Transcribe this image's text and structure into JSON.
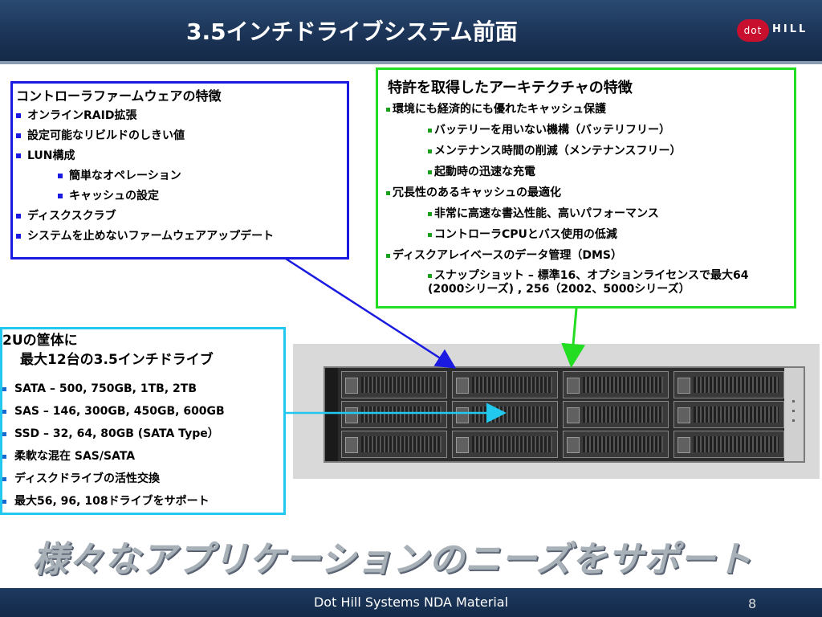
{
  "header": {
    "title": "3.5インチドライブシステム前面",
    "logo_circle": "dot",
    "logo_text": "HILL"
  },
  "firmware_box": {
    "title": "コントローラファームウェアの特徴",
    "items": [
      "オンラインRAID拡張",
      "設定可能なリビルドのしきい値",
      "LUN構成",
      "簡単なオペレーション",
      "キャッシュの設定",
      "ディスクスクラブ",
      "システムを止めないファームウェアアップデート"
    ]
  },
  "architecture_box": {
    "title": "特許を取得したアーキテクチャの特徴",
    "items": [
      "環境にも経済的にも優れたキャッシュ保護",
      "バッテリーを用いない機構（バッテリフリー）",
      "メンテナンス時間の削減（メンテナンスフリー）",
      "起動時の迅速な充電",
      "冗長性のあるキャッシュの最適化",
      "非常に高速な書込性能、高いパフォーマンス",
      "コントローラCPUとバス使用の低減",
      "ディスクアレイベースのデータ管理（DMS）",
      "スナップショット – 標準16、オプションライセンスで最大64 (2000シリーズ) , 256（2002、5000シリーズ）"
    ]
  },
  "chassis_box": {
    "title_line1": "2Uの筐体に",
    "title_line2": "最大12台の3.5インチドライブ",
    "items": [
      "SATA – 500, 750GB, 1TB, 2TB",
      "SAS – 146, 300GB, 450GB, 600GB",
      "SSD –  32, 64, 80GB (SATA Type）",
      "柔軟な混在 SAS/SATA",
      "ディスクドライブの活性交換",
      "最大56, 96, 108ドライブをサポート"
    ]
  },
  "slogan": "様々なアプリケーションのニーズをサポート",
  "footer": {
    "text": "Dot Hill Systems NDA Material",
    "page_number": "8"
  },
  "colors": {
    "firmware_border": "#1a1ae0",
    "architecture_border": "#22dd22",
    "chassis_border": "#22c8ee",
    "header_bg": "#1b3356",
    "logo_red": "#c8102e"
  }
}
